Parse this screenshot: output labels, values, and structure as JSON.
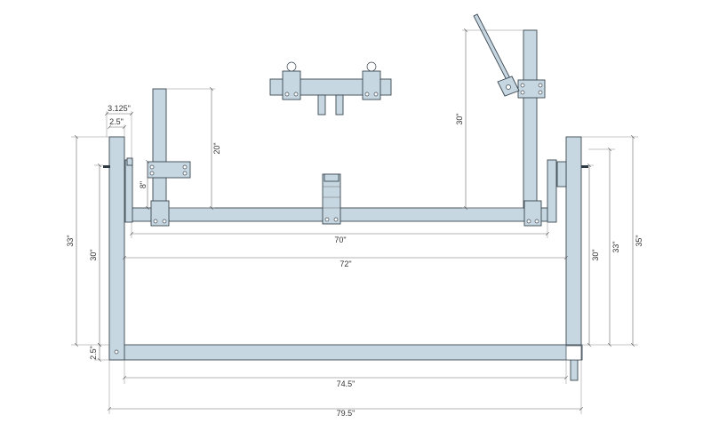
{
  "dimensions": {
    "width_79_5": "79.5\"",
    "width_74_5": "74.5\"",
    "width_72": "72\"",
    "width_70": "70\"",
    "height_35": "35\"",
    "height_33_right": "33\"",
    "height_30_right": "30\"",
    "height_33_left": "33\"",
    "height_30_left": "30\"",
    "thickness_2_5_bottom": "2.5\"",
    "thickness_2_5_top": "2.5\"",
    "top_3_125": "3.125\"",
    "arm_20": "20\"",
    "arm_30": "30\"",
    "clamp_8": "8\""
  },
  "colors": {
    "steel": "#c7d7e2",
    "outline": "#3a4650"
  }
}
